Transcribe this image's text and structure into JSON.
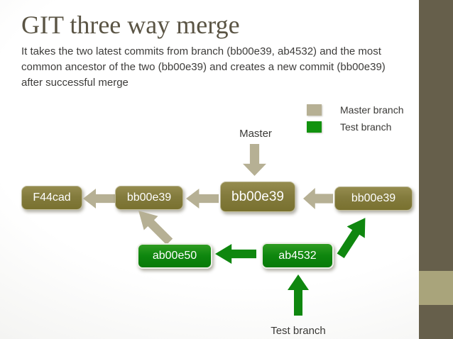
{
  "slide": {
    "title": "GIT three way merge",
    "subtitle_lines": [
      "It takes the two latest commits from branch (bb00e39, ab4532) and the most",
      "common ancestor of the two (bb00e39) and creates a new commit (bb00e39)",
      "after successful merge"
    ]
  },
  "legend": {
    "master": {
      "label": "Master branch",
      "color": "#b6b094"
    },
    "test": {
      "label": "Test branch",
      "color": "#12920f"
    }
  },
  "annotations": {
    "master_pointer": "Master",
    "test_pointer": "Test branch"
  },
  "commits": {
    "f44cad": "F44cad",
    "bb00e39_left": "bb00e39",
    "bb00e39_head": "bb00e39",
    "bb00e39_right": "bb00e39",
    "ab00e50": "ab00e50",
    "ab4532": "ab4532"
  },
  "colors": {
    "master_branch": "#b6b094",
    "test_branch": "#12920f",
    "master_commit_box": "#837b3d",
    "test_commit_box": "#0e860e",
    "sidebar": "#665f4b",
    "sidebar_accent": "#a9a47b",
    "title_text": "#5a5444",
    "body_text": "#3d3c3a"
  }
}
